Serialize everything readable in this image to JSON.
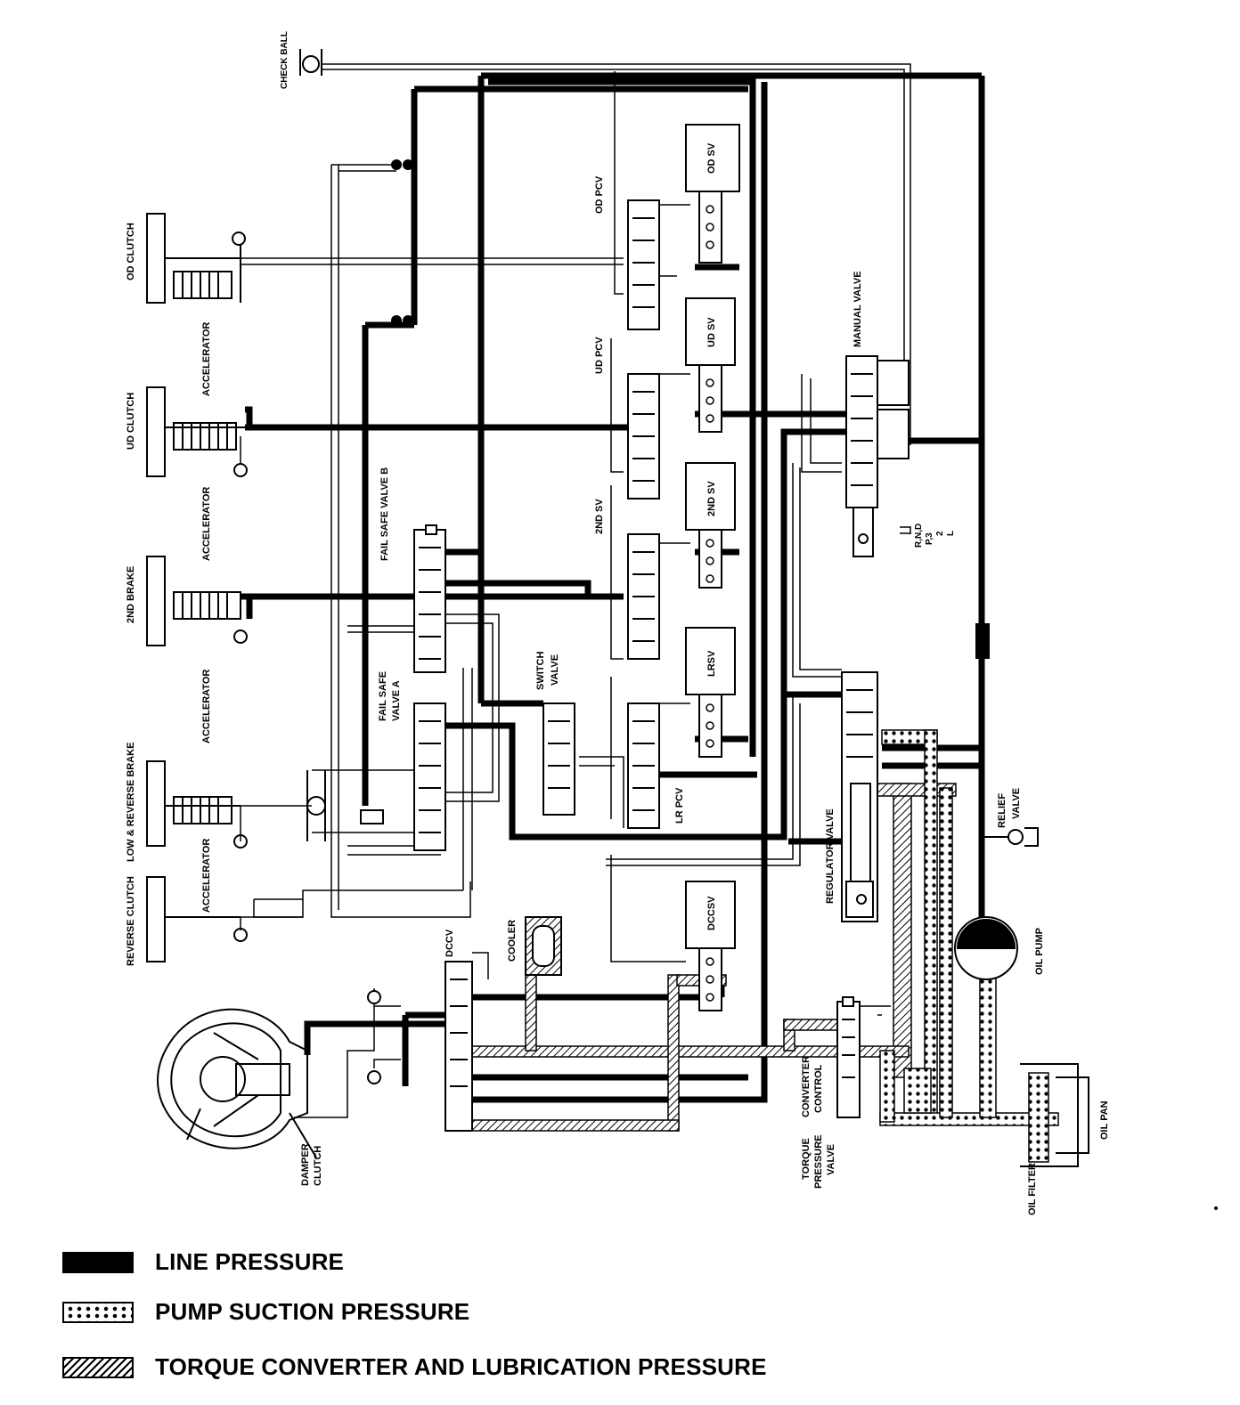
{
  "components": {
    "check_ball": "CHECK BALL",
    "od_clutch": "OD CLUTCH",
    "ud_clutch": "UD CLUTCH",
    "second_brake": "2ND BRAKE",
    "low_reverse_brake": "LOW & REVERSE BRAKE",
    "reverse_clutch": "REVERSE CLUTCH",
    "accelerator": "ACCELERATOR",
    "fail_safe_valve_b": "FAIL SAFE VALVE B",
    "fail_safe_valve_a_line1": "FAIL SAFE",
    "fail_safe_valve_a_line2": "VALVE A",
    "switch_valve_line1": "SWITCH",
    "switch_valve_line2": "VALVE",
    "od_pcv": "OD PCV",
    "ud_pcv": "UD PCV",
    "second_sv": "2ND SV",
    "lr_pcv": "LR PCV",
    "od_sv": "OD SV",
    "ud_sv": "UD SV",
    "second_sv_box": "2ND SV",
    "lrsv": "LRSV",
    "dccsv": "DCCSV",
    "manual_valve": "MANUAL VALVE",
    "regulator_valve": "REGULATOR VALVE",
    "relief_valve_line1": "RELIEF",
    "relief_valve_line2": "VALVE",
    "oil_pump": "OIL PUMP",
    "oil_filter": "OIL FILTER",
    "oil_pan": "OIL PAN",
    "dccv": "DCCV",
    "cooler": "COOLER",
    "damper_clutch_line1": "DAMPER",
    "damper_clutch_line2": "CLUTCH",
    "converter_control_line1": "CONVERTER",
    "converter_control_line2": "CONTROL",
    "torque_pressure_valve_line1": "TORQUE",
    "torque_pressure_valve_line2": "PRESSURE",
    "torque_pressure_valve_line3": "VALVE"
  },
  "ranges": [
    "R,N,D",
    "P,3",
    "2",
    "L"
  ],
  "legend": [
    {
      "key": "line",
      "label": "LINE PRESSURE"
    },
    {
      "key": "suction",
      "label": "PUMP SUCTION PRESSURE"
    },
    {
      "key": "lube",
      "label": "TORQUE CONVERTER AND LUBRICATION PRESSURE"
    }
  ],
  "colors": {
    "ink": "#000000",
    "paper": "#ffffff"
  }
}
